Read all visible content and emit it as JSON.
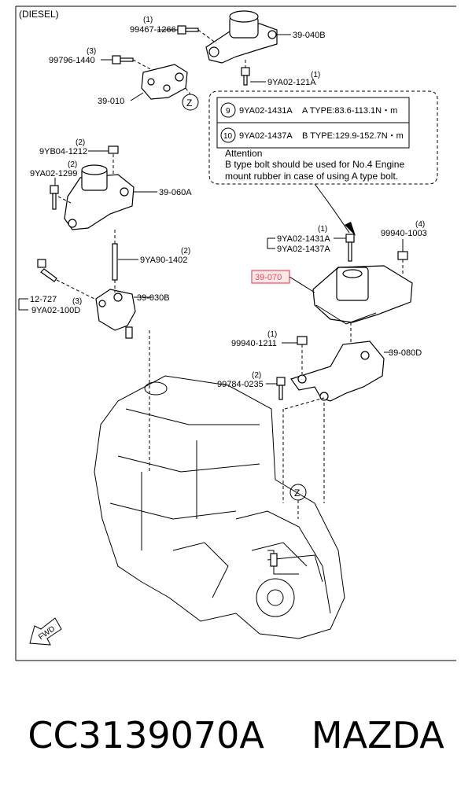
{
  "header": {
    "variant": "(DIESEL)"
  },
  "parts": {
    "p1": {
      "qty": "(1)",
      "code": "99467-1266"
    },
    "p2": {
      "code": "39-040B"
    },
    "p3": {
      "qty": "(3)",
      "code": "99796-1440"
    },
    "p4": {
      "qty": "(1)",
      "code": "9YA02-121A"
    },
    "p5": {
      "code": "39-010"
    },
    "p6": {
      "qty": "(2)",
      "code": "9YB04-1212"
    },
    "p7": {
      "qty": "(2)",
      "code": "9YA02-1299"
    },
    "p8": {
      "code": "39-060A"
    },
    "p9": {
      "qty": "(2)",
      "code": "9YA90-1402"
    },
    "p10": {
      "code": "12-727"
    },
    "p11": {
      "qty": "(3)",
      "code": "9YA02-100D"
    },
    "p12": {
      "code": "39-030B"
    },
    "p13": {
      "qty": "(1)",
      "code_a": "9YA02-1431A",
      "code_b": "9YA02-1437A"
    },
    "p14": {
      "qty": "(4)",
      "code": "99940-1003"
    },
    "p15": {
      "code": "39-070"
    },
    "p16": {
      "qty": "(1)",
      "code": "99940-1211"
    },
    "p17": {
      "code": "39-080D"
    },
    "p18": {
      "qty": "(2)",
      "code": "99784-0235"
    }
  },
  "markers": {
    "z_top": "Z",
    "z_bottom": "Z",
    "fwd": "FWD",
    "icon_9": "9",
    "icon_10": "10"
  },
  "callout": {
    "row1_code": "9YA02-1431A",
    "row1_spec": "A TYPE:83.6-113.1N・m",
    "row2_code": "9YA02-1437A",
    "row2_spec": "B TYPE:129.9-152.7N・m",
    "attention_title": "Attention",
    "attention_line1": "B type bolt should be used for No.4 Engine",
    "attention_line2": "mount rubber in case of using A type bolt."
  },
  "footer": {
    "part_number": "CC3139070A",
    "brand": "MAZDA"
  }
}
